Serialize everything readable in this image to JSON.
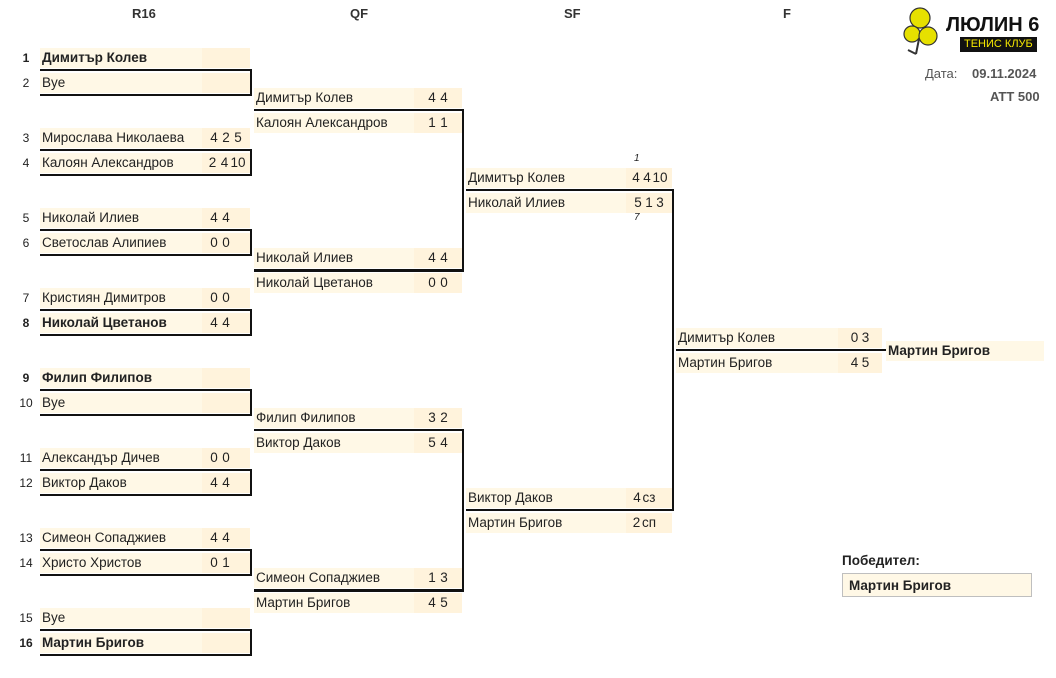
{
  "rounds": [
    "R16",
    "QF",
    "SF",
    "F"
  ],
  "logo": {
    "title": "ЛЮЛИН 6",
    "subtitle": "ТЕНИС КЛУБ"
  },
  "meta": {
    "date_label": "Дата:",
    "date": "09.11.2024",
    "category": "ATT 500"
  },
  "r16": [
    {
      "seed": "1",
      "name": "Димитър Колев",
      "s": [
        "",
        "",
        ""
      ],
      "bold": true
    },
    {
      "seed": "2",
      "name": "Bye",
      "s": [
        "",
        "",
        ""
      ]
    },
    {
      "seed": "3",
      "name": "Мирослава Николаева",
      "s": [
        "4",
        "2",
        "5"
      ]
    },
    {
      "seed": "4",
      "name": "Калоян Александров",
      "s": [
        "2",
        "4",
        "10"
      ]
    },
    {
      "seed": "5",
      "name": "Николай Илиев",
      "s": [
        "4",
        "4",
        ""
      ]
    },
    {
      "seed": "6",
      "name": "Светослав Алипиев",
      "s": [
        "0",
        "0",
        ""
      ]
    },
    {
      "seed": "7",
      "name": "Кристиян Димитров",
      "s": [
        "0",
        "0",
        ""
      ]
    },
    {
      "seed": "8",
      "name": "Николай Цветанов",
      "s": [
        "4",
        "4",
        ""
      ],
      "bold": true
    },
    {
      "seed": "9",
      "name": "Филип Филипов",
      "s": [
        "",
        "",
        ""
      ],
      "bold": true
    },
    {
      "seed": "10",
      "name": "Bye",
      "s": [
        "",
        "",
        ""
      ]
    },
    {
      "seed": "11",
      "name": "Александър Дичев",
      "s": [
        "0",
        "0",
        ""
      ]
    },
    {
      "seed": "12",
      "name": "Виктор Даков",
      "s": [
        "4",
        "4",
        ""
      ]
    },
    {
      "seed": "13",
      "name": "Симеон Сопаджиев",
      "s": [
        "4",
        "4",
        ""
      ]
    },
    {
      "seed": "14",
      "name": "Христо Христов",
      "s": [
        "0",
        "1",
        ""
      ]
    },
    {
      "seed": "15",
      "name": "Bye",
      "s": [
        "",
        "",
        ""
      ]
    },
    {
      "seed": "16",
      "name": "Мартин Бригов",
      "s": [
        "",
        "",
        ""
      ],
      "bold": true
    }
  ],
  "qf": [
    {
      "name": "Димитър Колев",
      "s": [
        "4",
        "4"
      ]
    },
    {
      "name": "Калоян Александров",
      "s": [
        "1",
        "1"
      ]
    },
    {
      "name": "Николай Илиев",
      "s": [
        "4",
        "4"
      ]
    },
    {
      "name": "Николай Цветанов",
      "s": [
        "0",
        "0"
      ]
    },
    {
      "name": "Филип Филипов",
      "s": [
        "3",
        "2"
      ]
    },
    {
      "name": "Виктор Даков",
      "s": [
        "5",
        "4"
      ]
    },
    {
      "name": "Симеон Сопаджиев",
      "s": [
        "1",
        "3"
      ]
    },
    {
      "name": "Мартин Бригов",
      "s": [
        "4",
        "5"
      ]
    }
  ],
  "sf": [
    {
      "name": "Димитър Колев",
      "s": [
        "4",
        "4",
        "10"
      ]
    },
    {
      "name": "Николай Илиев",
      "s": [
        "5",
        "1",
        "3"
      ]
    },
    {
      "name": "Виктор Даков",
      "s": [
        "4",
        "сз",
        ""
      ]
    },
    {
      "name": "Мартин Бригов",
      "s": [
        "2",
        "сп",
        ""
      ]
    }
  ],
  "tiebreaks": [
    "1",
    "7"
  ],
  "final": [
    {
      "name": "Димитър Колев",
      "s": [
        "0",
        "3"
      ]
    },
    {
      "name": "Мартин Бригов",
      "s": [
        "4",
        "5"
      ]
    }
  ],
  "champion": "Мартин Бригов",
  "winner": {
    "label": "Победител:",
    "name": "Мартин Бригов"
  }
}
